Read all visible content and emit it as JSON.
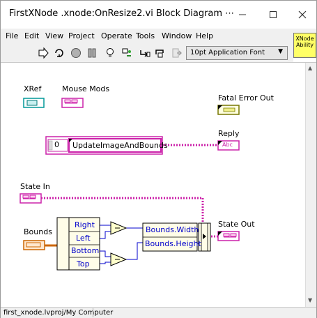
{
  "window": {
    "title": "FirstXNode .xnode:OnResize2.vi Block Diagram ⋯"
  },
  "menu": [
    "File",
    "Edit",
    "View",
    "Project",
    "Operate",
    "Tools",
    "Window",
    "Help"
  ],
  "badge": {
    "line1": "XNode",
    "line2": "Ability"
  },
  "toolbar": {
    "font_select": "10pt Application Font"
  },
  "diagram": {
    "labels": {
      "xref": "XRef",
      "mouse_mods": "Mouse Mods",
      "fatal_error_out": "Fatal Error Out",
      "reply": "Reply",
      "state_in": "State In",
      "bounds": "Bounds",
      "state_out": "State Out"
    },
    "enum_value": "0",
    "enum_text": "UpdateImageAndBounds",
    "string_terminal": "Abc",
    "unbundle_items": [
      "Right",
      "Left",
      "Bottom",
      "Top"
    ],
    "bundle_items": [
      "Bounds.Width",
      "Bounds.Height"
    ]
  },
  "status": {
    "path": "first_xnode.lvproj/My Computer"
  },
  "colors": {
    "cluster_pink": "#cc22aa",
    "numeric_blue": "#0000cc",
    "orange_wire": "#cc6600",
    "enum_wire": "#3355cc"
  }
}
